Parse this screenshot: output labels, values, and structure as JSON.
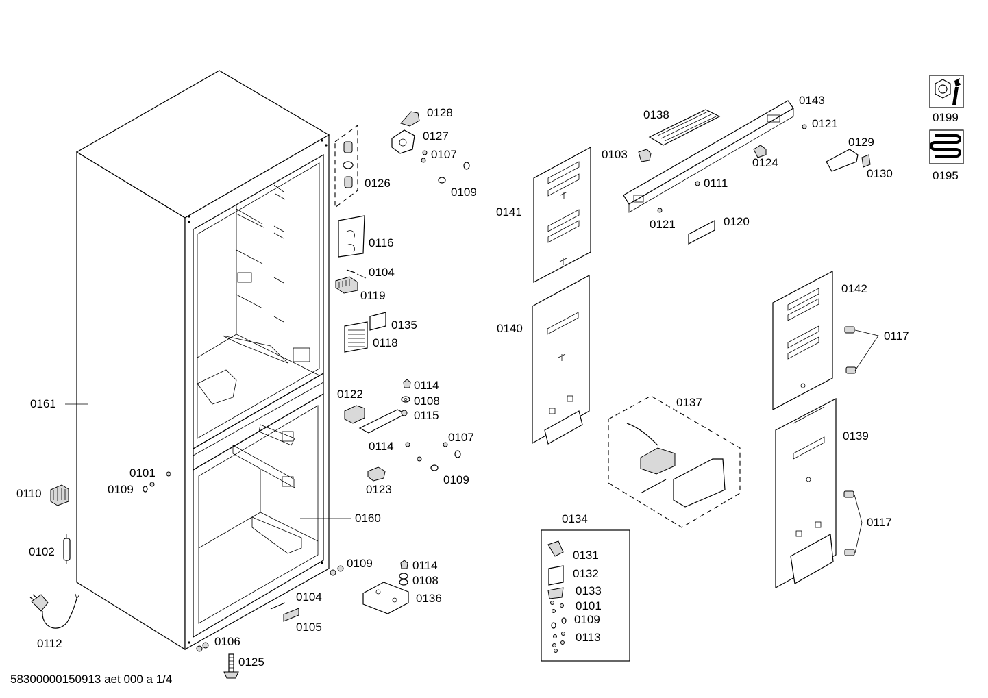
{
  "footer": "58300000150913 aet 000 a 1/4",
  "labels": {
    "p0161": "0161",
    "p0160": "0160",
    "p0110": "0110",
    "p0102": "0102",
    "p0112": "0112",
    "p0101a": "0101",
    "p0109a": "0109",
    "p0106": "0106",
    "p0125": "0125",
    "p0128": "0128",
    "p0127": "0127",
    "p0107a": "0107",
    "p0109b": "0109",
    "p0126": "0126",
    "p0116": "0116",
    "p0104a": "0104",
    "p0119": "0119",
    "p0135": "0135",
    "p0118": "0118",
    "p0122": "0122",
    "p0114a": "0114",
    "p0108a": "0108",
    "p0115": "0115",
    "p0114b": "0114",
    "p0107b": "0107",
    "p0109c": "0109",
    "p0123": "0123",
    "p0109d": "0109",
    "p0114c": "0114",
    "p0108b": "0108",
    "p0136": "0136",
    "p0104b": "0104",
    "p0105": "0105",
    "p0138": "0138",
    "p0143": "0143",
    "p0121a": "0121",
    "p0103": "0103",
    "p0124": "0124",
    "p0111": "0111",
    "p0121b": "0121",
    "p0120": "0120",
    "p0141": "0141",
    "p0140": "0140",
    "p0129": "0129",
    "p0130": "0130",
    "p0142": "0142",
    "p0117a": "0117",
    "p0137": "0137",
    "p0139": "0139",
    "p0117b": "0117",
    "p0134": "0134",
    "p0131": "0131",
    "p0132": "0132",
    "p0133": "0133",
    "p0101b": "0101",
    "p0109e": "0109",
    "p0113": "0113",
    "p0199": "0199",
    "p0195": "0195"
  },
  "icons": [
    "tools-icon",
    "heating-coil-icon"
  ]
}
